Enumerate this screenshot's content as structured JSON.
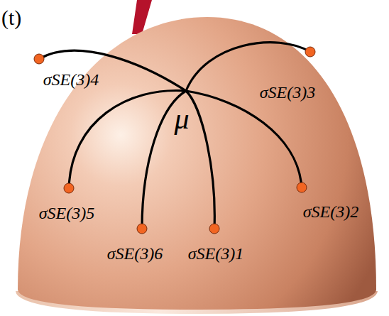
{
  "diagram": {
    "labels": [
      "(t)",
      "σSE(3)4",
      "σSE(3)3",
      "μ",
      "σSE(3)5",
      "σSE(3)2",
      "σSE(3)6",
      "σSE(3)1"
    ]
  }
}
